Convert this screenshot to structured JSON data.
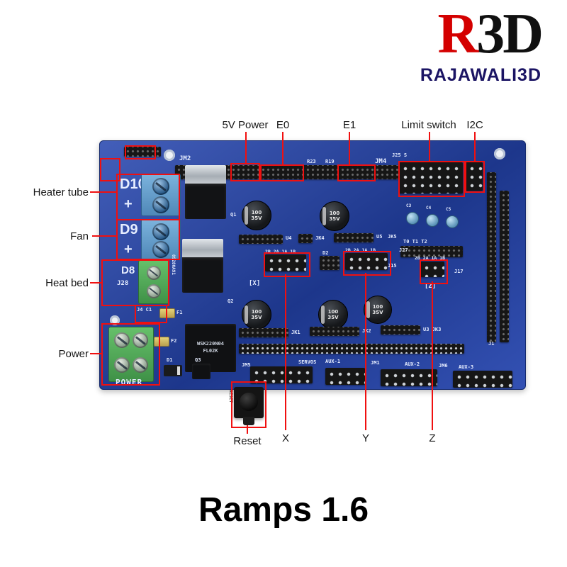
{
  "logo": {
    "r": "R",
    "threed": "3D",
    "subtitle": "RAJAWALI3D"
  },
  "product_title": "Ramps 1.6",
  "callouts": {
    "top": [
      {
        "label": "5V Power"
      },
      {
        "label": "E0"
      },
      {
        "label": "E1"
      },
      {
        "label": "Limit switch"
      },
      {
        "label": "I2C"
      }
    ],
    "left": [
      {
        "label": "Heater tube"
      },
      {
        "label": "Fan"
      },
      {
        "label": "Heat bed"
      },
      {
        "label": "Power"
      }
    ],
    "bottom": [
      {
        "label": "Reset"
      },
      {
        "label": "X"
      },
      {
        "label": "Y"
      },
      {
        "label": "Z"
      }
    ]
  },
  "board": {
    "silkscreen": {
      "jm2": "JM2",
      "r23": "R23",
      "r19": "R19",
      "jm4": "JM4",
      "j25": "J25 S",
      "d10": "D10",
      "plus1": "+",
      "d9": "D9",
      "plus2": "+",
      "d8": "D8",
      "j28": "J28",
      "q1": "Q1",
      "q2": "Q2",
      "q3": "Q3",
      "d1": "D1",
      "d2": "D2",
      "f1": "F1",
      "f2": "F2",
      "j4c1": "J4 C1",
      "serial": "09280A91",
      "chip_line1": "WSK220N04",
      "chip_line2": "FL02K",
      "cap_line1": "100",
      "cap_line2": "35V",
      "u4": "U4",
      "jk4": "JK4",
      "u5": "U5",
      "jk5": "JK5",
      "jk1": "JK1",
      "jk2": "JK2",
      "u3jk3": "U3 JK3",
      "c3": "C3",
      "c4": "C4",
      "c5": "C5",
      "t_labels": "T0 T1 T2",
      "pins": "2B 2A 1A 1B",
      "x_marker": "[X]",
      "z_marker": "[Z]",
      "j15": "J15",
      "j17": "J17",
      "j27": "J27",
      "j1": "J1",
      "servos": "SERVOS",
      "aux1": "AUX-1",
      "jm1": "JM1",
      "aux2": "AUX-2",
      "jm6": "JM6",
      "aux3": "AUX-3",
      "jm5": "JM5",
      "reset": "RESET",
      "power": "POWER"
    }
  },
  "colors": {
    "pcb_blue": "#2444ae",
    "annotation_red": "#f01010",
    "logo_red": "#d40000",
    "logo_navy": "#1b1464",
    "terminal_blue": "#6fa9d8",
    "terminal_green": "#55b35c"
  }
}
